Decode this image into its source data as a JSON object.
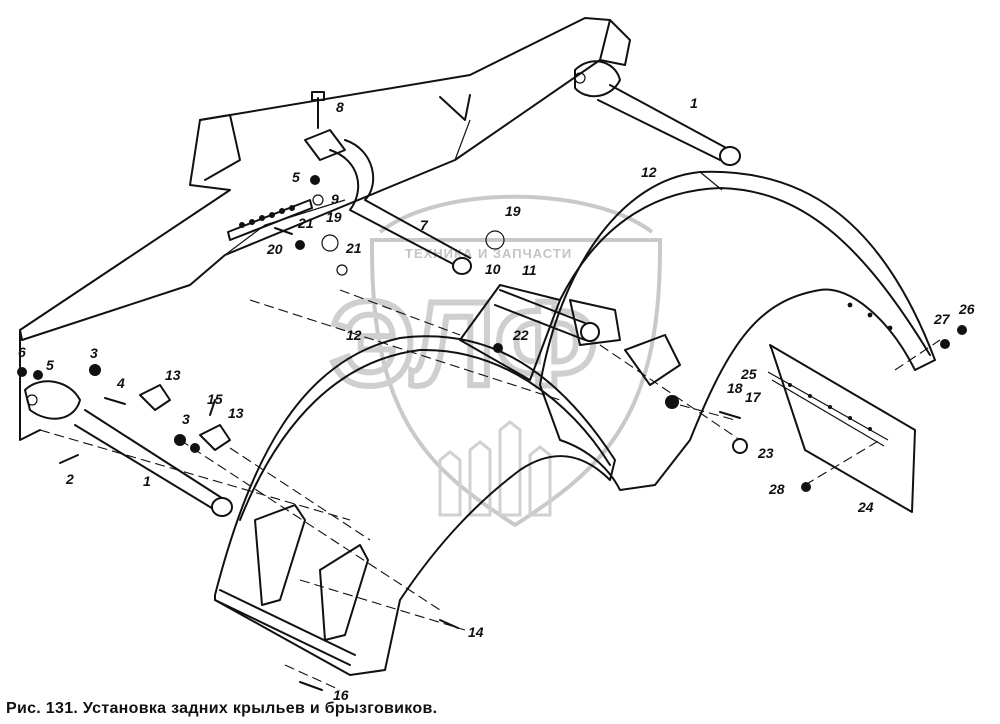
{
  "caption": "Рис. 131. Установка задних крыльев и брызговиков.",
  "watermark": {
    "arc_text": "ТЕХНИКА И ЗАПЧАСТИ",
    "logo_text": "ЭЛФ"
  },
  "callouts": {
    "p1a": "1",
    "p1b": "1",
    "p2": "2",
    "p3a": "3",
    "p3b": "3",
    "p4": "4",
    "p5a": "5",
    "p5b": "5",
    "p6": "6",
    "p7": "7",
    "p8": "8",
    "p9": "9",
    "p10": "10",
    "p11": "11",
    "p12a": "12",
    "p12b": "12",
    "p13a": "13",
    "p13b": "13",
    "p14": "14",
    "p15": "15",
    "p16": "16",
    "p17": "17",
    "p18": "18",
    "p19a": "19",
    "p19b": "19",
    "p20": "20",
    "p21a": "21",
    "p21b": "21",
    "p22": "22",
    "p23": "23",
    "p24": "24",
    "p25": "25",
    "p26": "26",
    "p27": "27",
    "p28": "28"
  }
}
